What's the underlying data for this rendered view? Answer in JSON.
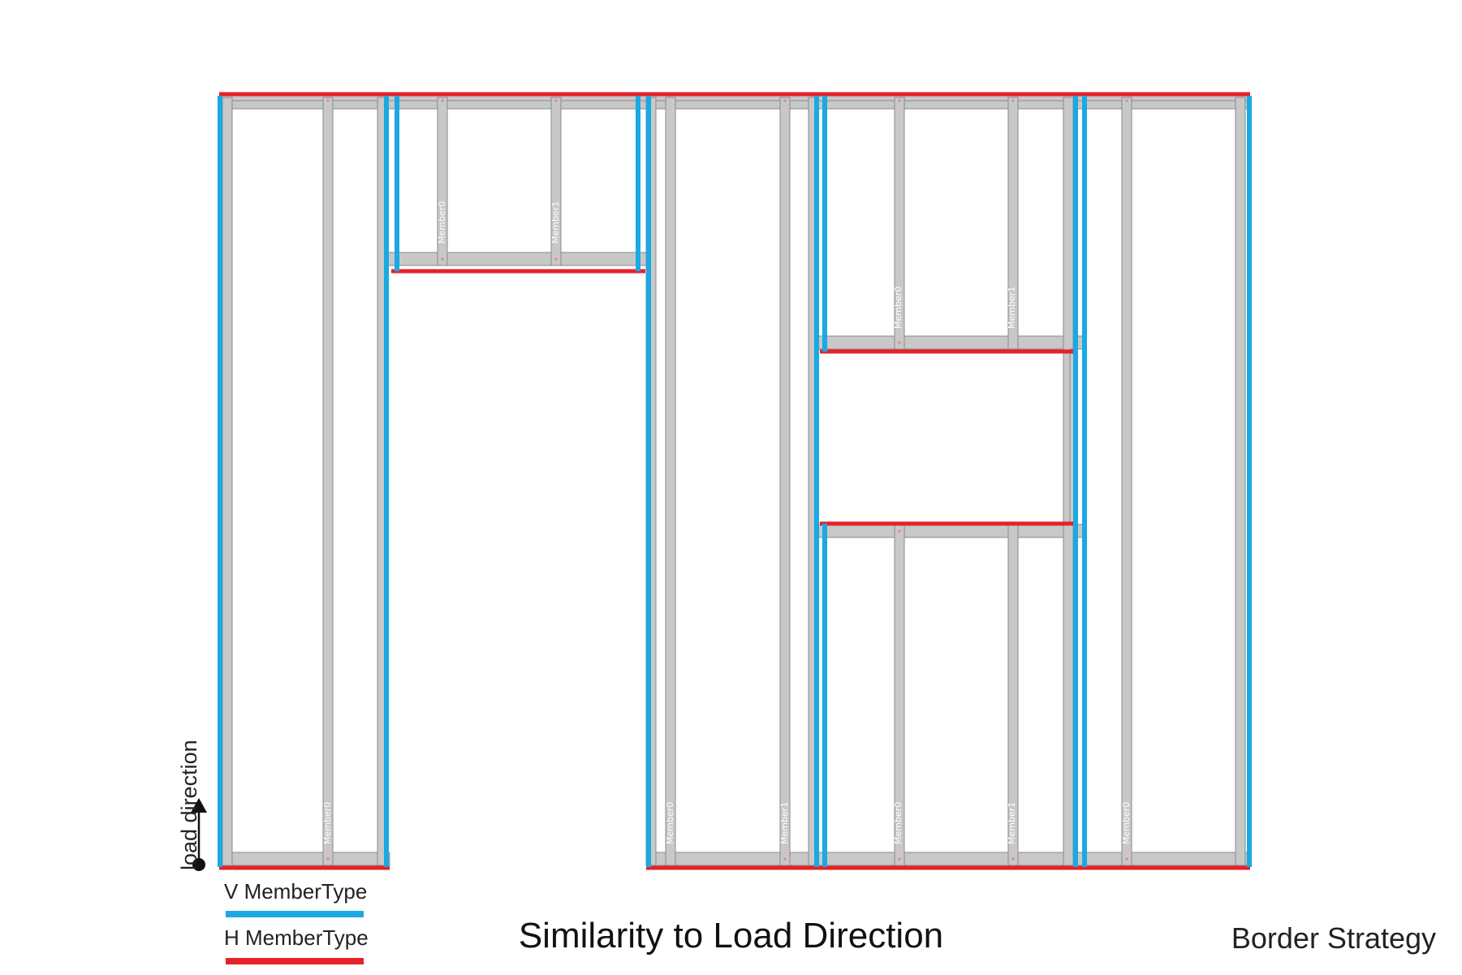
{
  "title": "Similarity to Load Direction",
  "strategy": "Border Strategy",
  "load_direction_label": "load direction",
  "legend": [
    {
      "label": "V MemberType",
      "color": "#1aa9e2"
    },
    {
      "label": "H MemberType",
      "color": "#e52228"
    }
  ],
  "member_labels": {
    "member0": "Member0",
    "member1": "Member1"
  },
  "colors": {
    "vertical": "#1aa9e2",
    "horizontal": "#e52228",
    "frame": "#c8c8c8",
    "frame_outline": "#8a8a8a"
  }
}
